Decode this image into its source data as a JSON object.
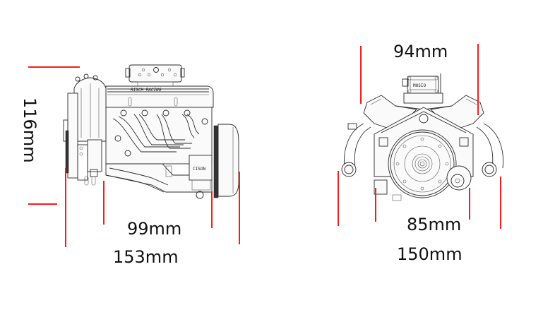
{
  "figure": {
    "type": "technical-dimension-drawing",
    "subject": "V8 engine model",
    "colors": {
      "dimension_line": "#ff1a1a",
      "linework": "#2a2a2a",
      "text": "#111111",
      "background": "#ffffff"
    }
  },
  "side_view": {
    "height_label": "116mm",
    "inner_length_label": "99mm",
    "overall_length_label": "153mm",
    "valve_cover_text": "RISCH RACING",
    "housing_badge_text": "CISON"
  },
  "front_view": {
    "top_width_label": "94mm",
    "inner_width_label": "85mm",
    "overall_width_label": "150mm",
    "intake_badge_text": "MOSIO"
  }
}
